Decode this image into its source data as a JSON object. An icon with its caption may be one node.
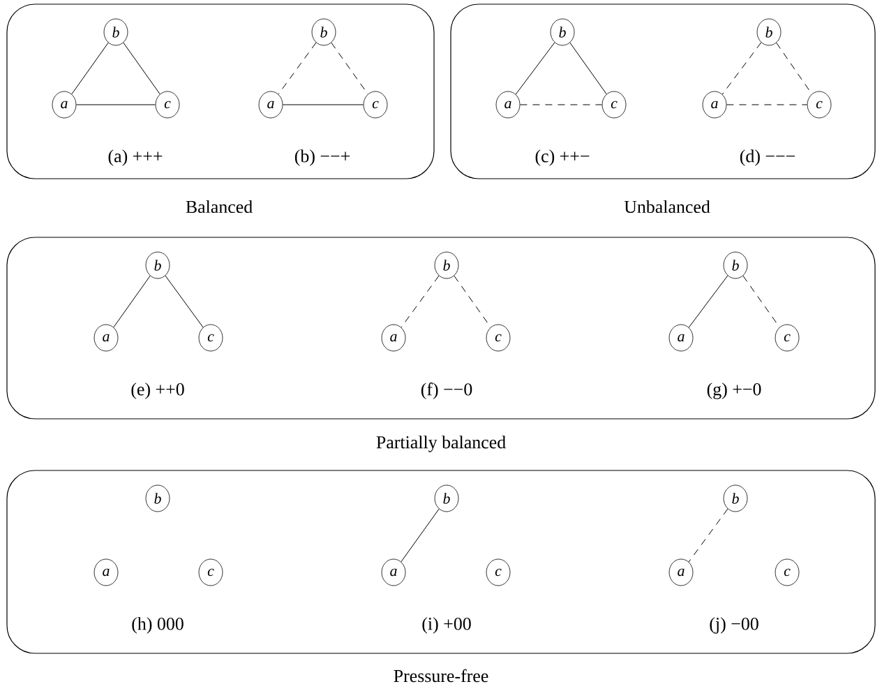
{
  "diagram": {
    "nodes": [
      {
        "text": [
          "Balanced"
        ]
      },
      {
        "text": [
          "b"
        ],
        "in": 0
      },
      {
        "text": [
          "a"
        ],
        "in": 0
      },
      {
        "text": [
          "c"
        ],
        "in": 0
      },
      {
        "text": [
          "b"
        ],
        "in": 0
      },
      {
        "text": [
          "a"
        ],
        "in": 0
      },
      {
        "text": [
          "c"
        ],
        "in": 0
      },
      {
        "text": [
          "Unbalanced"
        ]
      },
      {
        "text": [
          "b"
        ],
        "in": 7
      },
      {
        "text": [
          "a"
        ],
        "in": 7
      },
      {
        "text": [
          "c"
        ],
        "in": 7
      },
      {
        "text": [
          "b"
        ],
        "in": 7
      },
      {
        "text": [
          "a"
        ],
        "in": 7
      },
      {
        "text": [
          "c"
        ],
        "in": 7
      },
      {
        "text": [
          "Partially balanced"
        ]
      },
      {
        "text": [
          "b"
        ],
        "in": 14
      },
      {
        "text": [
          "a"
        ],
        "in": 14
      },
      {
        "text": [
          "c"
        ],
        "in": 14
      },
      {
        "text": [
          "b"
        ],
        "in": 14
      },
      {
        "text": [
          "a"
        ],
        "in": 14
      },
      {
        "text": [
          "c"
        ],
        "in": 14
      },
      {
        "text": [
          "b"
        ],
        "in": 14
      },
      {
        "text": [
          "a"
        ],
        "in": 14
      },
      {
        "text": [
          "c"
        ],
        "in": 14
      },
      {
        "text": [
          "Pressure-free"
        ]
      },
      {
        "text": [
          "b"
        ],
        "in": 24
      },
      {
        "text": [
          "a"
        ],
        "in": 24
      },
      {
        "text": [
          "c"
        ],
        "in": 24
      },
      {
        "text": [
          "b"
        ],
        "in": 24
      },
      {
        "text": [
          "a"
        ],
        "in": 24
      },
      {
        "text": [
          "c"
        ],
        "in": 24
      },
      {
        "text": [
          "b"
        ],
        "in": 24
      },
      {
        "text": [
          "a"
        ],
        "in": 24
      },
      {
        "text": [
          "c"
        ],
        "in": 24
      }
    ],
    "edges": [
      {
        "from": 1,
        "to": 2,
        "arrow": "none"
      },
      {
        "from": 1,
        "to": 3,
        "arrow": "none"
      },
      {
        "from": 2,
        "to": 3,
        "arrow": "none"
      },
      {
        "from": 4,
        "to": 5,
        "arrow": "none",
        "style": "dashed"
      },
      {
        "from": 4,
        "to": 6,
        "arrow": "none",
        "style": "dashed"
      },
      {
        "from": 5,
        "to": 6,
        "arrow": "none"
      },
      {
        "from": 8,
        "to": 9,
        "arrow": "none"
      },
      {
        "from": 8,
        "to": 10,
        "arrow": "none"
      },
      {
        "from": 9,
        "to": 10,
        "arrow": "none",
        "style": "dashed"
      },
      {
        "from": 11,
        "to": 12,
        "arrow": "none",
        "style": "dashed"
      },
      {
        "from": 11,
        "to": 13,
        "arrow": "none",
        "style": "dashed"
      },
      {
        "from": 12,
        "to": 13,
        "arrow": "none",
        "style": "dashed"
      },
      {
        "from": 15,
        "to": 16,
        "arrow": "none"
      },
      {
        "from": 15,
        "to": 17,
        "arrow": "none"
      },
      {
        "from": 18,
        "to": 19,
        "arrow": "none",
        "style": "dashed"
      },
      {
        "from": 18,
        "to": 20,
        "arrow": "none",
        "style": "dashed"
      },
      {
        "from": 21,
        "to": 22,
        "arrow": "none"
      },
      {
        "from": 21,
        "to": 23,
        "arrow": "none",
        "style": "dashed"
      },
      {
        "from": 28,
        "to": 29,
        "arrow": "none"
      },
      {
        "from": 31,
        "to": 32,
        "arrow": "none",
        "style": "dashed"
      }
    ],
    "labels": [
      "(a) +++",
      "(b) −−+",
      "(c) ++−",
      "(d) −−−",
      "(e) ++0",
      "(f) −−0",
      "(g) +−0",
      "(h) 000",
      "(i) +00",
      "(j) −00"
    ]
  }
}
